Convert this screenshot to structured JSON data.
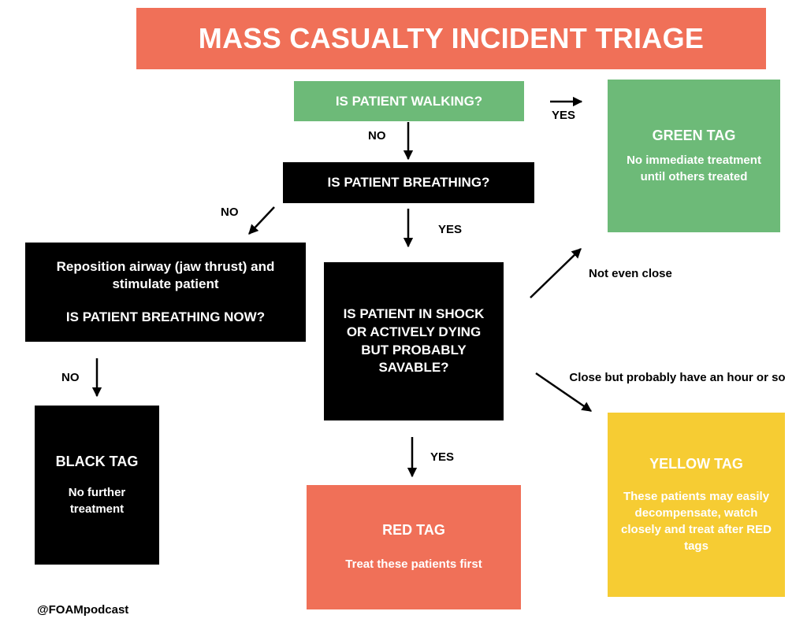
{
  "title": "MASS CASUALTY INCIDENT TRIAGE",
  "nodes": {
    "walking": "IS PATIENT WALKING?",
    "breathing": "IS PATIENT BREATHING?",
    "reposition_line1": "Reposition airway (jaw thrust) and stimulate patient",
    "reposition_line2": "IS PATIENT BREATHING NOW?",
    "shock": "IS PATIENT IN SHOCK OR ACTIVELY DYING BUT PROBABLY SAVABLE?"
  },
  "tags": {
    "green": {
      "title": "GREEN TAG",
      "desc": "No immediate treatment until others treated",
      "color": "#6dba78"
    },
    "black": {
      "title": "BLACK TAG",
      "desc": "No further treatment",
      "color": "#000000"
    },
    "red": {
      "title": "RED TAG",
      "desc": "Treat these patients first",
      "color": "#f07058"
    },
    "yellow": {
      "title": "YELLOW TAG",
      "desc": "These patients may easily decompensate, watch closely and treat after RED tags",
      "color": "#f6cc33"
    }
  },
  "edge_labels": {
    "walking_yes": "YES",
    "walking_no": "NO",
    "breathing_no": "NO",
    "breathing_yes": "YES",
    "reposition_no": "NO",
    "not_close": "Not even close",
    "close_hour": "Close but probably have an hour or so",
    "shock_yes": "YES"
  },
  "footer": "@FOAMpodcast"
}
